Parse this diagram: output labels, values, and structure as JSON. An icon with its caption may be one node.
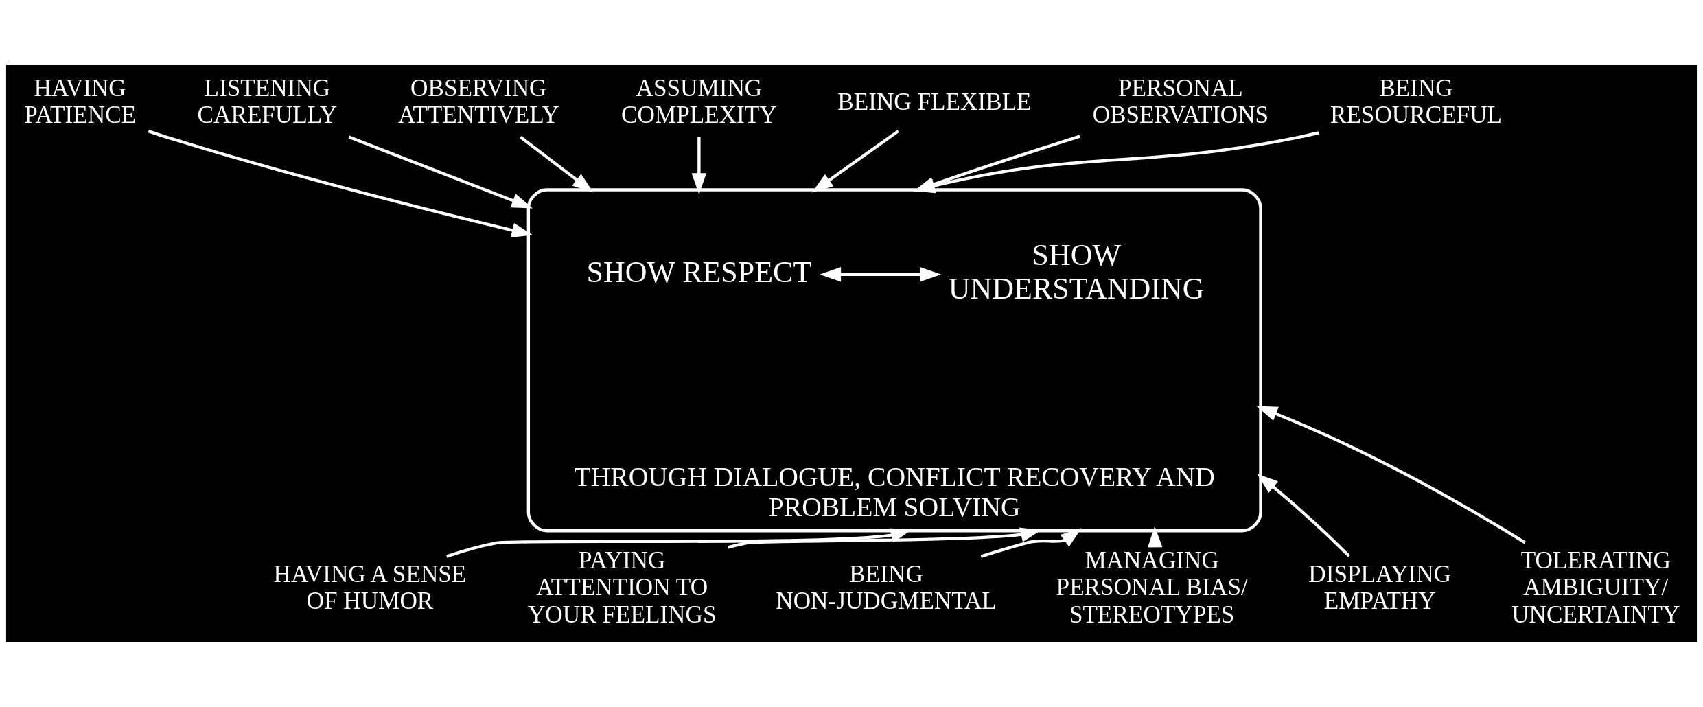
{
  "diagram": {
    "nodes": [
      {
        "text": [
          "THROUGH DIALOGUE, CONFLICT RECOVERY AND PROBLEM SOLVING"
        ]
      },
      {
        "text": [
          "SHOW RESPECT"
        ],
        "in": 0
      },
      {
        "text": [
          "SHOW UNDERSTANDING"
        ],
        "in": 0
      },
      {
        "text": [
          "HAVING PATIENCE"
        ]
      },
      {
        "text": [
          "LISTENING CAREFULLY"
        ]
      },
      {
        "text": [
          "OBSERVING ATTENTIVELY"
        ]
      },
      {
        "text": [
          "ASSUMING COMPLEXITY"
        ]
      },
      {
        "text": [
          "BEING FLEXIBLE"
        ]
      },
      {
        "text": [
          "PERSONAL OBSERVATIONS"
        ]
      },
      {
        "text": [
          "BEING RESOURCEFUL"
        ]
      },
      {
        "text": [
          "HAVING A SENSE OF HUMOR"
        ]
      },
      {
        "text": [
          "PAYING ATTENTION TO YOUR FEELINGS"
        ]
      },
      {
        "text": [
          "BEING NON-JUDGMENTAL"
        ]
      },
      {
        "text": [
          "MANAGING PERSONAL BIAS/ STEREOTYPES"
        ]
      },
      {
        "text": [
          "DISPLAYING EMPATHY"
        ]
      },
      {
        "text": [
          "TOLERATING AMBIGUITY/ UNCERTAINTY"
        ]
      }
    ],
    "edges": [
      {
        "from": 1,
        "to": 2,
        "arrow": "both"
      },
      {
        "from": 3,
        "to": 0,
        "arrow": "to"
      },
      {
        "from": 4,
        "to": 0,
        "arrow": "to"
      },
      {
        "from": 5,
        "to": 0,
        "arrow": "to"
      },
      {
        "from": 6,
        "to": 0,
        "arrow": "to"
      },
      {
        "from": 7,
        "to": 0,
        "arrow": "to"
      },
      {
        "from": 8,
        "to": 0,
        "arrow": "to"
      },
      {
        "from": 9,
        "to": 0,
        "arrow": "to"
      },
      {
        "from": 10,
        "to": 0,
        "arrow": "to"
      },
      {
        "from": 11,
        "to": 0,
        "arrow": "to"
      },
      {
        "from": 12,
        "to": 0,
        "arrow": "to"
      },
      {
        "from": 13,
        "to": 0,
        "arrow": "to"
      },
      {
        "from": 14,
        "to": 0,
        "arrow": "to"
      },
      {
        "from": 15,
        "to": 0,
        "arrow": "to"
      }
    ]
  }
}
